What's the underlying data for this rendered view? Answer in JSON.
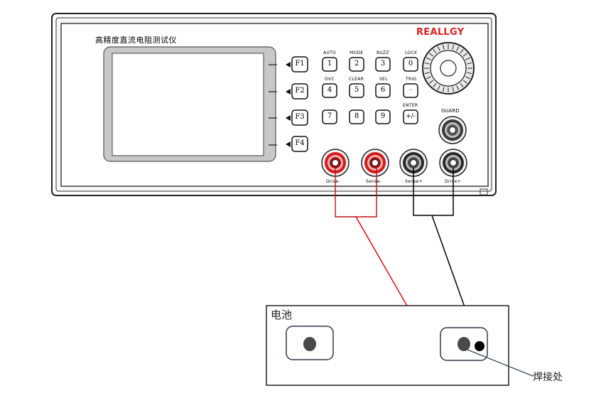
{
  "instrument": {
    "title": "高精度直流电阻测试仪",
    "brand": "REALLGY",
    "brand_color": "#e02020",
    "function_keys": [
      "F1",
      "F2",
      "F3",
      "F4"
    ],
    "keypad": [
      {
        "label": "1",
        "caption": "AUTO"
      },
      {
        "label": "2",
        "caption": "MODE"
      },
      {
        "label": "3",
        "caption": "BUZZ"
      },
      {
        "label": "0",
        "caption": "LOCK"
      },
      {
        "label": "4",
        "caption": "OVC"
      },
      {
        "label": "5",
        "caption": "CLEAR"
      },
      {
        "label": "6",
        "caption": "SEL"
      },
      {
        "label": ".",
        "caption": "TRIG"
      },
      {
        "label": "7",
        "caption": ""
      },
      {
        "label": "8",
        "caption": ""
      },
      {
        "label": "9",
        "caption": ""
      },
      {
        "label": "+/-",
        "caption": "ENTER"
      }
    ],
    "guard_label": "GUARD",
    "terminals": [
      {
        "label": "Drive-",
        "color": "red"
      },
      {
        "label": "Sense-",
        "color": "red"
      },
      {
        "label": "Sense+",
        "color": "black"
      },
      {
        "label": "Drive+",
        "color": "black"
      }
    ]
  },
  "battery": {
    "label": "电池",
    "weld_point_label": "焊接处"
  },
  "colors": {
    "red_lead": "#e00000",
    "black_lead": "#000000",
    "pointer_line": "#3a4a5a"
  }
}
